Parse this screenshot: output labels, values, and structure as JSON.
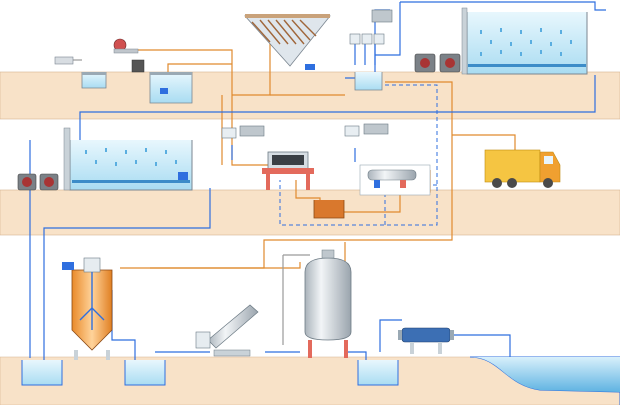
{
  "diagram": {
    "kind": "wastewater-treatment-process-flow",
    "text_labels": [],
    "colors": {
      "ground": "#f8e2c8",
      "ground_edge": "#c9a27a",
      "water": "#bfe6f5",
      "water_dark": "#4aa6d8",
      "tank_edge": "#9aa9b4",
      "pipe_blue": "#2f6fdf",
      "pipe_orange": "#e08a2e",
      "pipe_gray": "#9a9a9a",
      "truck_yellow": "#f5c542",
      "truck_orange": "#f0a030",
      "sludge": "#d9782d",
      "reactor_orange": "#f2a24a",
      "silver": "#d8dde2"
    },
    "equipment": [
      {
        "name": "screen-unit",
        "icon": "screen-icon"
      },
      {
        "name": "pump-station",
        "icon": "pump-icon"
      },
      {
        "name": "inclined-plate-settler",
        "icon": "settler-icon"
      },
      {
        "name": "dosing-pumps-top",
        "icon": "dosing-pump-icon"
      },
      {
        "name": "aeration-tank-1",
        "icon": "aeration-tank-icon"
      },
      {
        "name": "aeration-tank-2",
        "icon": "aeration-tank-icon"
      },
      {
        "name": "blower-pair-1",
        "icon": "blower-icon"
      },
      {
        "name": "blower-pair-2",
        "icon": "blower-icon"
      },
      {
        "name": "filter-press",
        "icon": "filter-press-icon"
      },
      {
        "name": "sludge-pit",
        "icon": "sludge-pit-icon"
      },
      {
        "name": "decanter-centrifuge",
        "icon": "centrifuge-icon"
      },
      {
        "name": "sludge-truck",
        "icon": "truck-icon"
      },
      {
        "name": "anaerobic-reactor",
        "icon": "reactor-icon"
      },
      {
        "name": "screw-conveyor",
        "icon": "screw-conveyor-icon"
      },
      {
        "name": "storage-tank",
        "icon": "storage-tank-icon"
      },
      {
        "name": "uv-disinfection",
        "icon": "uv-icon"
      },
      {
        "name": "discharge-water-body",
        "icon": "water-body-icon"
      }
    ]
  }
}
